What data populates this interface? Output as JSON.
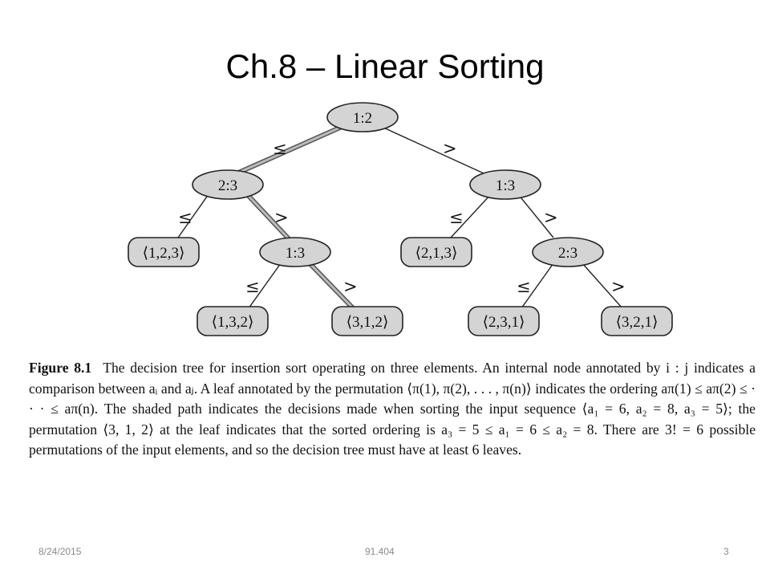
{
  "slide": {
    "title": "Ch.8 – Linear Sorting"
  },
  "tree": {
    "nodes": {
      "root": "1:2",
      "left": "2:3",
      "right": "1:3",
      "leaf_123": "⟨1,2,3⟩",
      "mid": "1:3",
      "leaf_213": "⟨2,1,3⟩",
      "right2": "2:3",
      "leaf_132": "⟨1,3,2⟩",
      "leaf_312": "⟨3,1,2⟩",
      "leaf_231": "⟨2,3,1⟩",
      "leaf_321": "⟨3,2,1⟩"
    },
    "edge_labels": {
      "le": "≤",
      "gt": ">"
    },
    "shaded_path": [
      "1:2",
      "2:3",
      "1:3",
      "⟨3,1,2⟩"
    ]
  },
  "caption": {
    "figure_label": "Figure 8.1",
    "text": "The decision tree for insertion sort operating on three elements. An internal node annotated by i : j indicates a comparison between aᵢ and aⱼ. A leaf annotated by the permutation ⟨π(1), π(2), . . . , π(n)⟩ indicates the ordering aπ(1) ≤ aπ(2) ≤ · · · ≤ aπ(n). The shaded path indicates the decisions made when sorting the input sequence ⟨a₁ = 6, a₂ = 8, a₃ = 5⟩; the permutation ⟨3, 1, 2⟩ at the leaf indicates that the sorted ordering is a₃ = 5 ≤ a₁ = 6 ≤ a₂ = 8. There are 3! = 6 possible permutations of the input elements, and so the decision tree must have at least 6 leaves."
  },
  "footer": {
    "date": "8/24/2015",
    "course": "91.404",
    "page": "3"
  }
}
